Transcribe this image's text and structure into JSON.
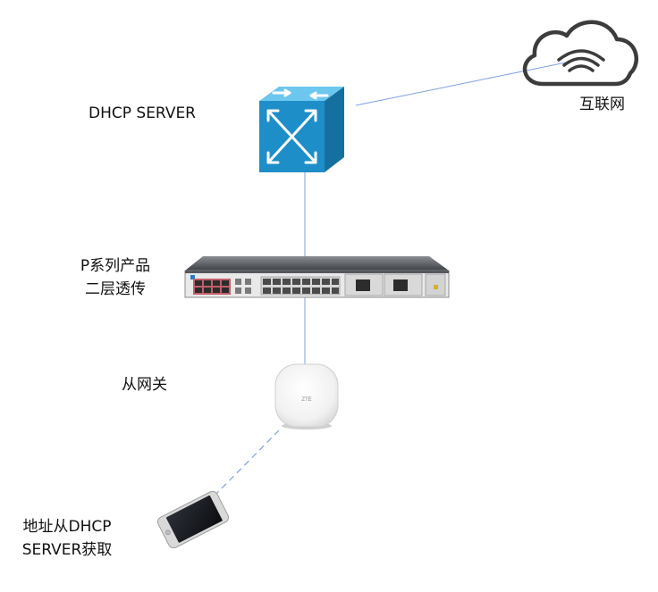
{
  "labels": {
    "dhcp_server": "DHCP SERVER",
    "internet": "互联网",
    "p_series_line1": "P系列产品",
    "p_series_line2": "二层透传",
    "slave_gateway": "从网关",
    "phone_line1": "地址从DHCP",
    "phone_line2": "SERVER获取",
    "ap_brand": "ZTE"
  },
  "icons": {
    "cloud": "cloud-wifi-icon",
    "switch": "layer3-switch-cube-icon",
    "rack": "rack-switch-icon",
    "ap": "wireless-access-point-icon",
    "phone": "smartphone-icon"
  },
  "colors": {
    "link": "#7f9fe0",
    "cube_front": "#1e8ec9",
    "cube_top": "#6cc7ee",
    "cube_side": "#1570a0",
    "cloud_stroke": "#3c3c3c",
    "rack_body": "#55585d"
  }
}
